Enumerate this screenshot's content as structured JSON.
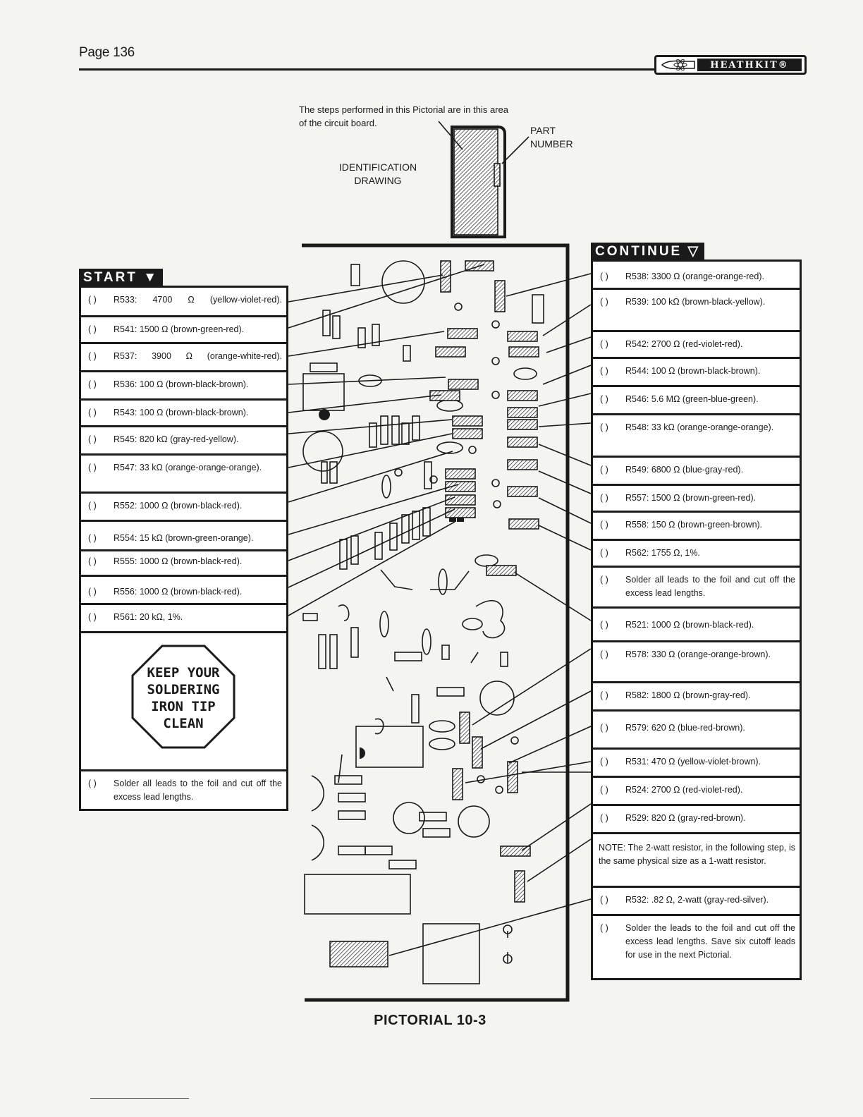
{
  "header": {
    "page_number": "Page 136",
    "brand": "HEATHKIT®"
  },
  "identification": {
    "note": "The steps performed in this Pictorial are in this area of the circuit board.",
    "drawing_label": "IDENTIFICATION DRAWING",
    "part_label": "PART NUMBER"
  },
  "start": {
    "tag": "START",
    "steps": [
      {
        "check": "( )",
        "text": "R533: 4700 Ω (yellow-violet-red)."
      },
      {
        "check": "( )",
        "text": "R541: 1500 Ω (brown-green-red)."
      },
      {
        "check": "( )",
        "text": "R537: 3900 Ω (orange-white-red)."
      },
      {
        "check": "( )",
        "text": "R536: 100 Ω (brown-black-brown)."
      },
      {
        "check": "( )",
        "text": "R543: 100 Ω (brown-black-brown)."
      },
      {
        "check": "( )",
        "text": "R545: 820 kΩ (gray-red-yellow)."
      },
      {
        "check": "( )",
        "text": "R547: 33 kΩ (orange-orange-orange)."
      },
      {
        "check": "( )",
        "text": "R552: 1000 Ω (brown-black-red)."
      },
      {
        "check": "( )",
        "text": "R554: 15 kΩ (brown-green-orange)."
      },
      {
        "check": "( )",
        "text": "R555: 1000 Ω (brown-black-red)."
      },
      {
        "check": "( )",
        "text": "R556: 1000 Ω (brown-black-red)."
      },
      {
        "check": "( )",
        "text": "R561: 20 kΩ, 1%."
      }
    ],
    "sign": [
      "KEEP YOUR",
      "SOLDERING",
      "IRON TIP",
      "CLEAN"
    ],
    "final": {
      "check": "( )",
      "text": "Solder all leads to the foil and cut off the excess lead lengths."
    }
  },
  "continue": {
    "tag": "CONTINUE",
    "steps": [
      {
        "check": "( )",
        "text": "R538: 3300 Ω (orange-orange-red)."
      },
      {
        "check": "( )",
        "text": "R539: 100 kΩ (brown-black-yellow)."
      },
      {
        "check": "( )",
        "text": "R542: 2700 Ω (red-violet-red)."
      },
      {
        "check": "( )",
        "text": "R544: 100 Ω (brown-black-brown)."
      },
      {
        "check": "( )",
        "text": "R546: 5.6 MΩ (green-blue-green)."
      },
      {
        "check": "( )",
        "text": "R548: 33 kΩ (orange-orange-orange)."
      },
      {
        "check": "( )",
        "text": "R549: 6800 Ω (blue-gray-red)."
      },
      {
        "check": "( )",
        "text": "R557: 1500 Ω (brown-green-red)."
      },
      {
        "check": "( )",
        "text": "R558: 150 Ω (brown-green-brown)."
      },
      {
        "check": "( )",
        "text": "R562: 1755 Ω, 1%."
      },
      {
        "check": "( )",
        "text": "Solder all leads to the foil and cut off the excess lead lengths."
      },
      {
        "check": "( )",
        "text": "R521: 1000 Ω (brown-black-red)."
      },
      {
        "check": "( )",
        "text": "R578: 330 Ω (orange-orange-brown)."
      },
      {
        "check": "( )",
        "text": "R582: 1800 Ω (brown-gray-red)."
      },
      {
        "check": "( )",
        "text": "R579: 620 Ω (blue-red-brown)."
      },
      {
        "check": "( )",
        "text": "R531: 470 Ω (yellow-violet-brown)."
      },
      {
        "check": "( )",
        "text": "R524: 2700 Ω (red-violet-red)."
      },
      {
        "check": "( )",
        "text": "R529: 820 Ω (gray-red-brown)."
      }
    ],
    "note": "NOTE: The 2-watt resistor, in the following step, is the same physical size as a 1-watt resistor.",
    "r532": {
      "check": "( )",
      "text": "R532: .82 Ω, 2-watt (gray-red-silver)."
    },
    "final": {
      "check": "( )",
      "text": "Solder the leads to the foil and cut off the excess lead lengths. Save six cutoff leads for use in the next Pictorial."
    }
  },
  "caption": "PICTORIAL 10-3"
}
